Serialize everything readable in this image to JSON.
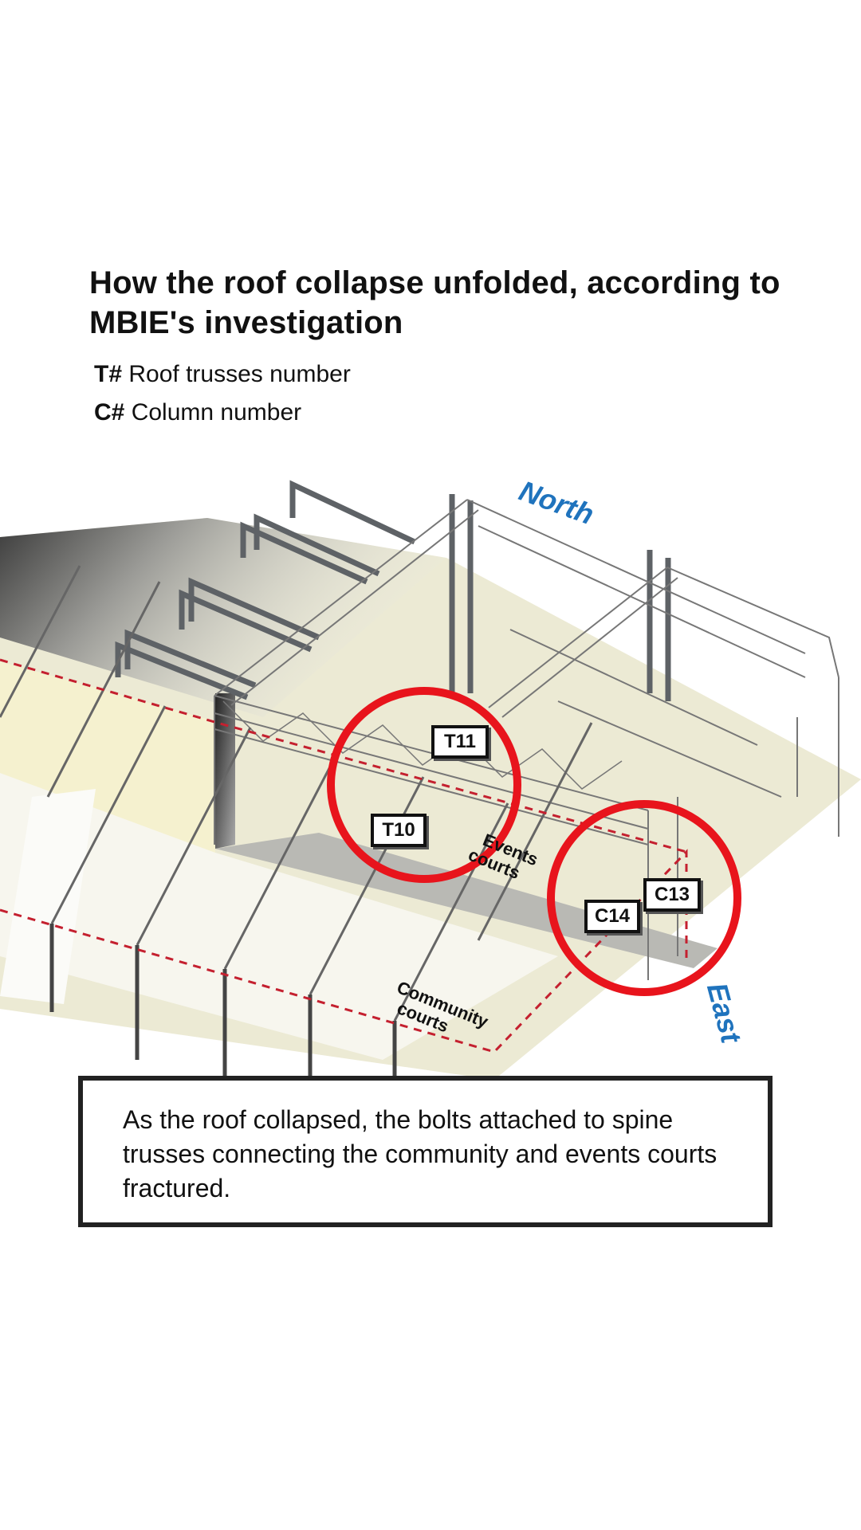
{
  "title": "How the roof collapse unfolded, according to MBIE's investigation",
  "legend": [
    {
      "key": "T#",
      "text": "Roof trusses number"
    },
    {
      "key": "C#",
      "text": "Column number"
    }
  ],
  "compass": {
    "north": "North",
    "east": "East"
  },
  "areas": {
    "events_line1": "Events",
    "events_line2": "courts",
    "community_line1": "Community",
    "community_line2": "courts"
  },
  "labels": {
    "t11": "T11",
    "t10": "T10",
    "c13": "C13",
    "c14": "C14"
  },
  "caption": "As the roof collapsed, the bolts attached to spine trusses connecting the community and events courts fractured.",
  "colors": {
    "highlight": "#e8141c",
    "compass": "#1f73bd",
    "floor": "#ecead4",
    "dashed": "#c4202f"
  }
}
